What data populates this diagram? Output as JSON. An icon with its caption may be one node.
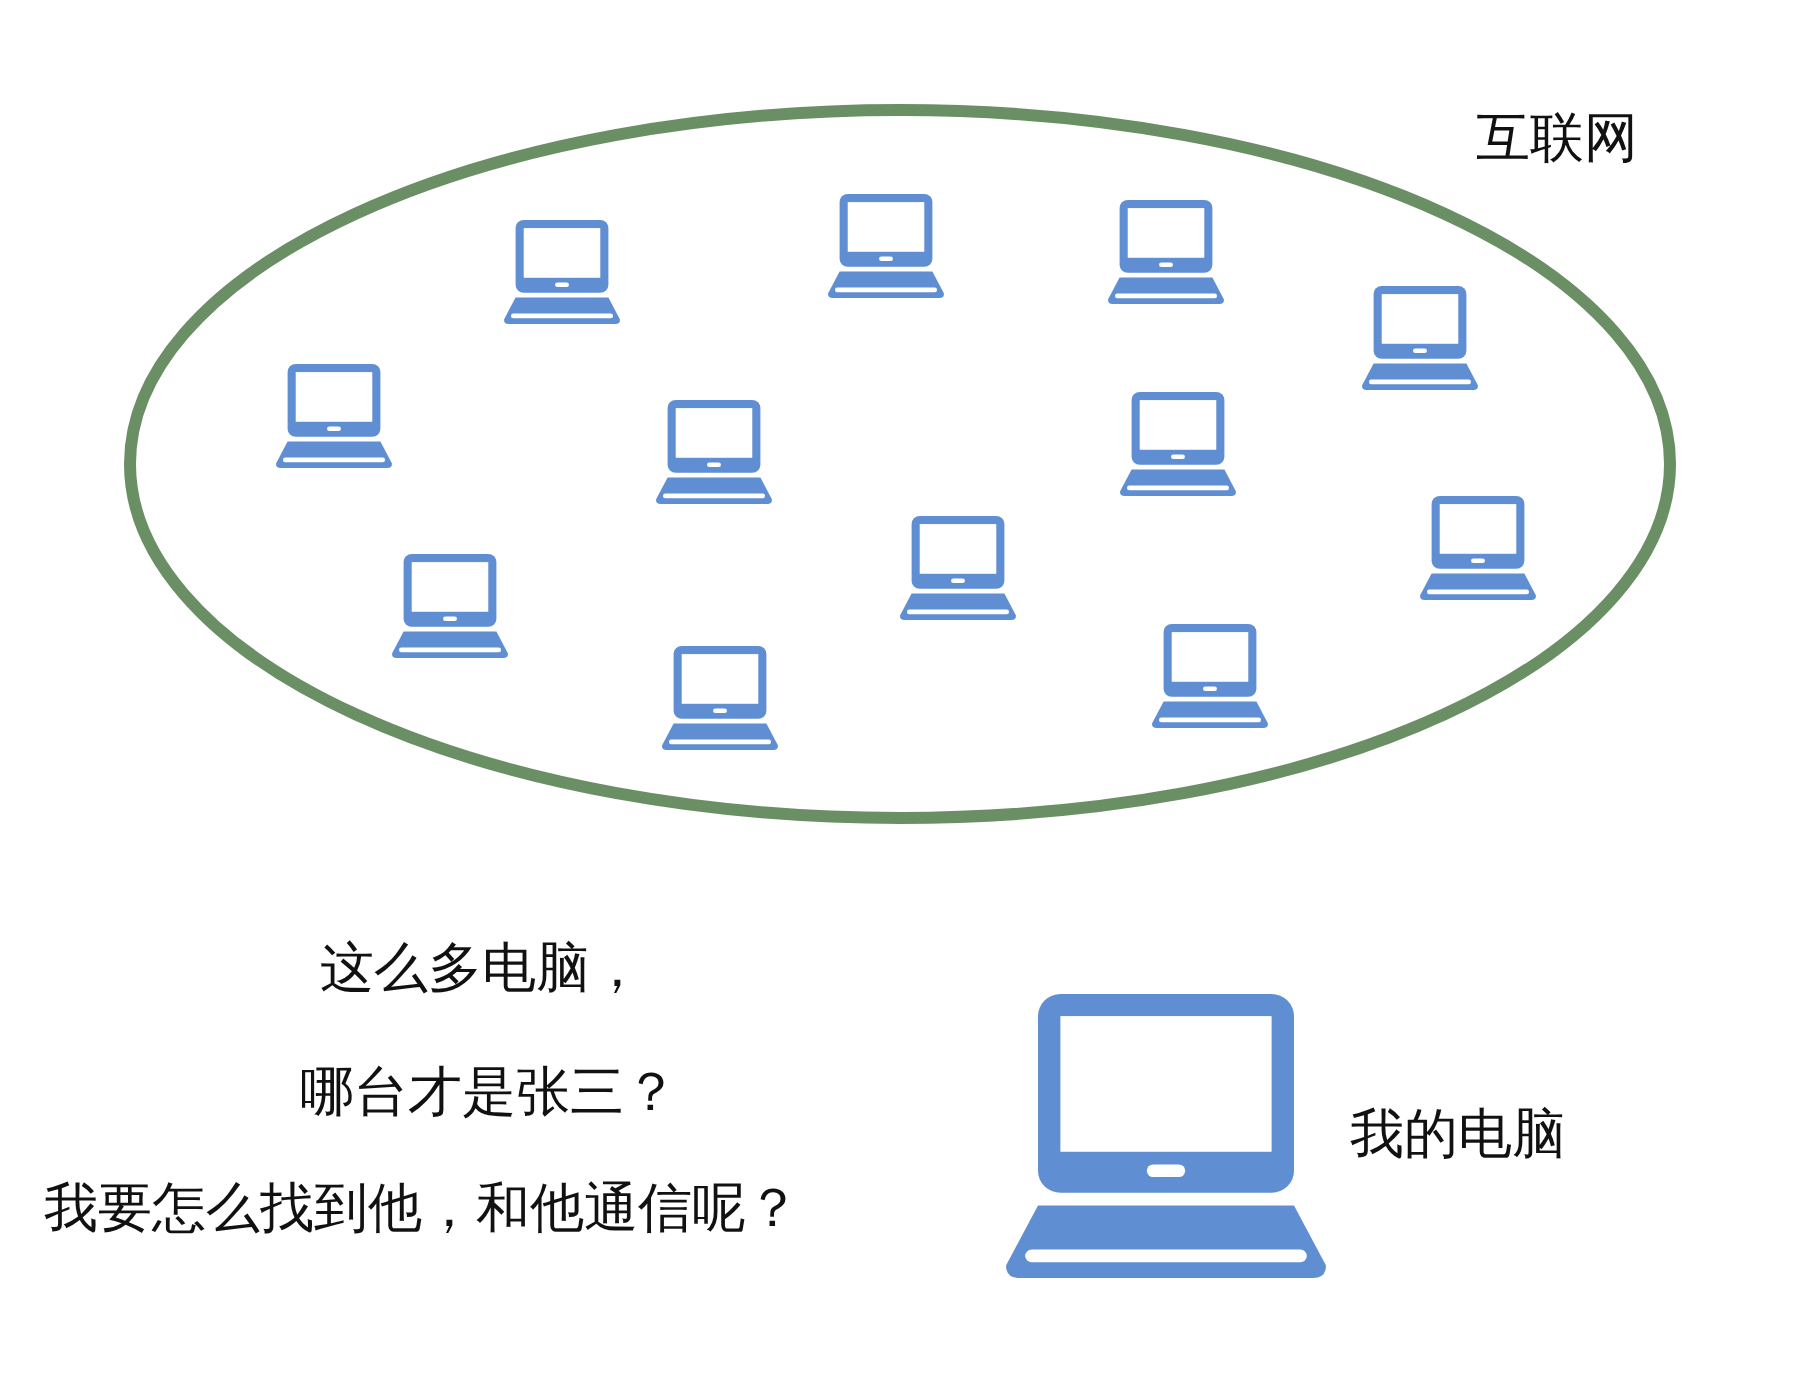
{
  "diagram": {
    "nodes": [
      {
        "text": [
          "互联网"
        ]
      },
      {
        "text": [],
        "shape": "picture",
        "in": 0
      },
      {
        "text": [],
        "shape": "picture",
        "in": 0
      },
      {
        "text": [],
        "shape": "picture",
        "in": 0
      },
      {
        "text": [],
        "shape": "picture",
        "in": 0
      },
      {
        "text": [],
        "shape": "picture",
        "in": 0
      },
      {
        "text": [],
        "shape": "picture",
        "in": 0
      },
      {
        "text": [],
        "shape": "picture",
        "in": 0
      },
      {
        "text": [],
        "shape": "picture",
        "in": 0
      },
      {
        "text": [],
        "shape": "picture",
        "in": 0
      },
      {
        "text": [],
        "shape": "picture",
        "in": 0
      },
      {
        "text": [],
        "shape": "picture",
        "in": 0
      },
      {
        "text": [],
        "shape": "picture",
        "in": 0
      },
      {
        "text": [
          "我的电脑"
        ]
      }
    ],
    "labels": [
      "这么多电脑，",
      "哪台才是张三？",
      "我要怎么找到他，和他通信呢？"
    ]
  }
}
